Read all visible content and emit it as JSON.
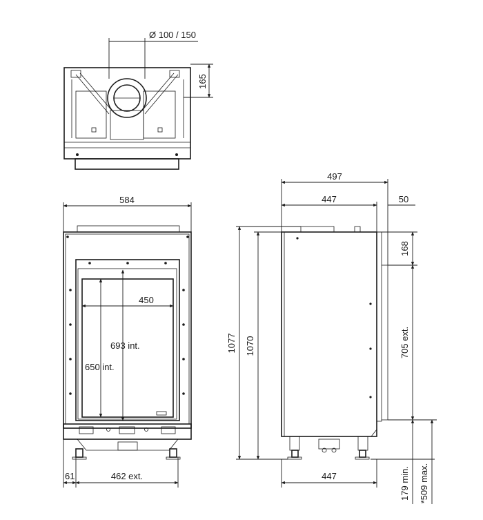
{
  "top_view": {
    "flue_diameter": "Ø 100 / 150",
    "height_dim": "165"
  },
  "front_view": {
    "overall_width": "584",
    "glass_width": "450",
    "int_height_outer": "693 int.",
    "int_height_inner": "650 int.",
    "side_offset": "61",
    "ext_width": "462 ext."
  },
  "side_view": {
    "overall_depth": "497",
    "body_depth": "447",
    "rear_offset": "50",
    "top_section": "168",
    "ext_height": "705 ext.",
    "total_height": "1077",
    "body_height": "1070",
    "bottom_depth": "447",
    "leg_min": "179 min.",
    "leg_max": "*509 max."
  }
}
